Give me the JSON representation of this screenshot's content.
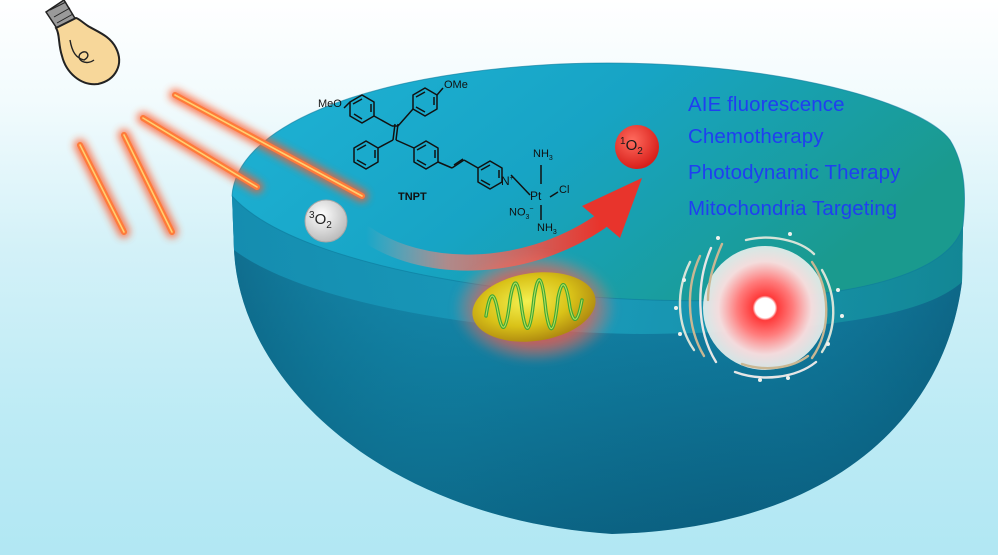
{
  "applications": [
    "AIE fluorescence",
    "Chemotherapy",
    "Photodynamic Therapy",
    "Mitochondria Targeting"
  ],
  "molecule": {
    "name": "TNPT",
    "methoxy_1": "MeO",
    "methoxy_2": "OMe",
    "nitrogen": "N",
    "nitrogen_charge": "+",
    "nh3_top": "NH",
    "nh3_bottom": "NH",
    "sub_3": "3",
    "platinum": "Pt",
    "chloride": "Cl",
    "nitrate": "NO",
    "nitrate_charge": "−"
  },
  "oxygen": {
    "triplet_sup": "3",
    "singlet_sup": "1",
    "symbol": "O",
    "subscript": "2"
  },
  "icons": [
    "light-bulb-icon",
    "mitochondrion-icon",
    "cell-nucleus-icon"
  ],
  "colors": {
    "text_blue": "#1f3ff0",
    "bowl_top": "#1aa3c6",
    "bowl_body": "#0f7a9c",
    "arrow_red": "#e8342c",
    "singlet_oxygen": "#e8302a",
    "triplet_oxygen": "#d8d8d8",
    "light_beam": "#ff5a2a"
  }
}
